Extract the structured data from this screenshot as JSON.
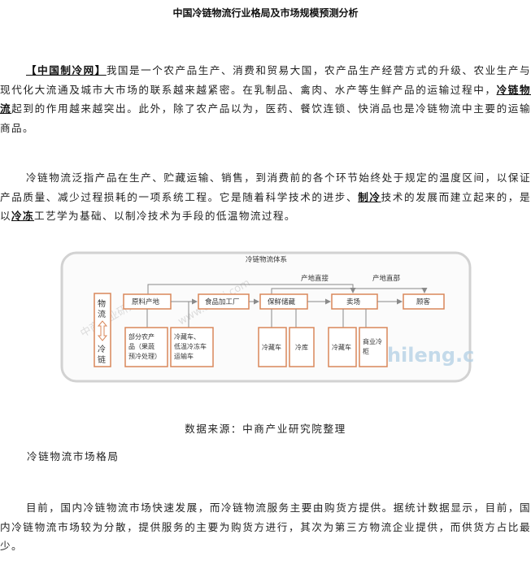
{
  "title": "中国冷链物流行业格局及市场规模预测分析",
  "p1": {
    "source_tag": "【中国制冷网】",
    "text1": "我国是一个农产品生产、消费和贸易大国，农产品生产经营方式的升级、农业生产与现代化大流通及城市大市场的联系越来越紧密。在乳制品、禽肉、水产等生鲜产品的运输过程中，",
    "kw": "冷链物流",
    "text2": "起到的作用越来越突出。此外，除了农产品以为，医药、餐饮连锁、快消品也是冷链物流中主要的运输商品。"
  },
  "p2": {
    "text1": "冷链物流泛指产品在生产、贮藏运输、销售，到消费前的各个环节始终处于规定的温度区间，以保证产品质量、减少过程损耗的一项系统工程。它是随着科学技术的进步、",
    "kw1": "制冷",
    "text2": "技术的发展而建立起来的，是以",
    "kw2": "冷冻",
    "text3": "工艺学为基础、以制冷技术为手段的低温物流过程。"
  },
  "diagram": {
    "title": "冷链物流体系",
    "route1": "产地直接",
    "route2": "产地直部",
    "left_label_top": "物流",
    "left_label_bottom": "冷链",
    "nodes": {
      "raw": "原料产地",
      "factory": "食品加工厂",
      "storage": "保鲜储藏",
      "sales": "卖场",
      "customer": "顾客"
    },
    "subs": {
      "precool": [
        "部分农产",
        "品（果蔬",
        "预冷处理）"
      ],
      "trucks": [
        "冷藏车、",
        "低温冷冻车",
        "运输车"
      ],
      "cold_truck_1": "冷藏车",
      "cold_store": "冷库",
      "cold_truck_2": "冷藏车",
      "display": [
        "商业冷",
        "柜"
      ]
    },
    "watermark": "zhileng.com"
  },
  "caption": "数据来源：中商产业研究院整理",
  "section_heading": "冷链物流市场格局",
  "p3": "目前，国内冷链物流市场快速发展，而冷链物流服务主要由购货方提供。据统计数据显示，目前，国内冷链物流市场较为分散，提供服务的主要为购货方进行，其次为第三方物流企业提供，而供货方占比最少。",
  "colors": {
    "accent": "#d9875a",
    "frame": "#c9c9c9",
    "watermark": "#b7d3e6"
  }
}
